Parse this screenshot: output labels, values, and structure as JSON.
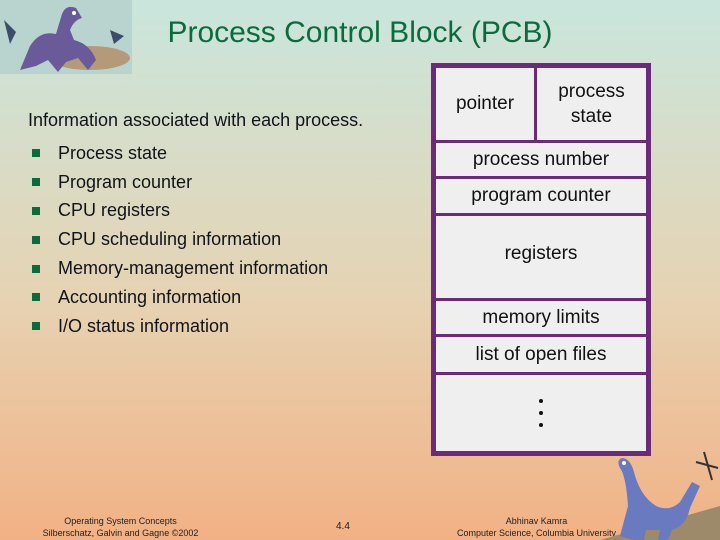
{
  "title": "Process Control Block (PCB)",
  "intro": "Information associated with each process.",
  "bullets": [
    "Process state",
    "Program counter",
    "CPU registers",
    "CPU scheduling information",
    "Memory-management information",
    "Accounting information",
    "I/O status information"
  ],
  "pcb": {
    "pointer": "pointer",
    "process_state_line1": "process",
    "process_state_line2": "state",
    "process_number": "process number",
    "program_counter": "program counter",
    "registers": "registers",
    "memory_limits": "memory limits",
    "open_files": "list of open files"
  },
  "footer": {
    "left_line1": "Operating System Concepts",
    "left_line2": "Silberschatz, Galvin and  Gagne ©2002",
    "page": "4.4",
    "right_line1": "Abhinav Kamra",
    "right_line2": "Computer Science, Columbia University"
  },
  "colors": {
    "title": "#0c6b3d",
    "bullet": "#0c6b3d",
    "pcb_border": "#6b2a7a",
    "pcb_fill": "#efefef"
  },
  "icons": {
    "top_left": "dinosaur-icon",
    "bottom_right": "dinosaur-icon"
  }
}
